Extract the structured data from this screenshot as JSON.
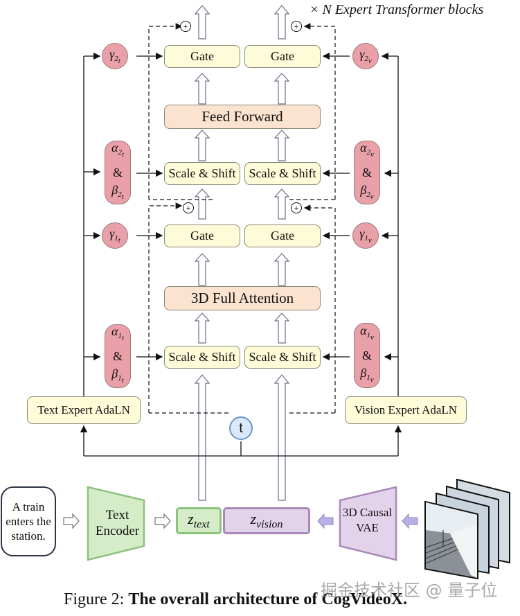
{
  "figure": {
    "block_title": "× N Expert Transformer blocks",
    "caption_prefix": "Figure 2: ",
    "caption_bold": "The overall architecture of CogVideoX.",
    "watermark": "掘金技术社区 @ 量子位"
  },
  "blocks": {
    "gate_label": "Gate",
    "scale_shift_label": "Scale & Shift",
    "feed_forward_label": "Feed Forward",
    "attention_label": "3D Full Attention",
    "add_symbol": "+"
  },
  "params": {
    "gamma2_t": {
      "sym": "γ",
      "sub": "2",
      "subsub": "t"
    },
    "gamma2_v": {
      "sym": "γ",
      "sub": "2",
      "subsub": "v"
    },
    "alpha2_t": {
      "sym": "α",
      "sub": "2",
      "subsub": "t"
    },
    "beta2_t": {
      "sym": "β",
      "sub": "2",
      "subsub": "t"
    },
    "alpha2_v": {
      "sym": "α",
      "sub": "2",
      "subsub": "v"
    },
    "beta2_v": {
      "sym": "β",
      "sub": "2",
      "subsub": "v"
    },
    "gamma1_t": {
      "sym": "γ",
      "sub": "1",
      "subsub": "t"
    },
    "gamma1_v": {
      "sym": "γ",
      "sub": "1",
      "subsub": "v"
    },
    "alpha1_t": {
      "sym": "α",
      "sub": "1",
      "subsub": "t"
    },
    "beta1_t": {
      "sym": "β",
      "sub": "1",
      "subsub": "t"
    },
    "alpha1_v": {
      "sym": "α",
      "sub": "1",
      "subsub": "v"
    },
    "beta1_v": {
      "sym": "β",
      "sub": "1",
      "subsub": "v"
    },
    "amp": "&"
  },
  "adaln": {
    "text_label": "Text Expert AdaLN",
    "vision_label": "Vision Expert AdaLN",
    "timestep_label": "t"
  },
  "inputs": {
    "prompt": "A train enters the station.",
    "text_encoder": "Text Encoder",
    "vae": "3D Causal VAE",
    "z_text": "z",
    "z_text_sub": "text",
    "z_vision": "z",
    "z_vision_sub": "vision"
  },
  "colors": {
    "yellow_block": "#fdfbd8",
    "orange_block": "#fbe3cf",
    "pink_param": "#e9a0a8",
    "green": "#8cc27a",
    "purple": "#a988b9",
    "timestep_blue": "#6d93cc"
  }
}
